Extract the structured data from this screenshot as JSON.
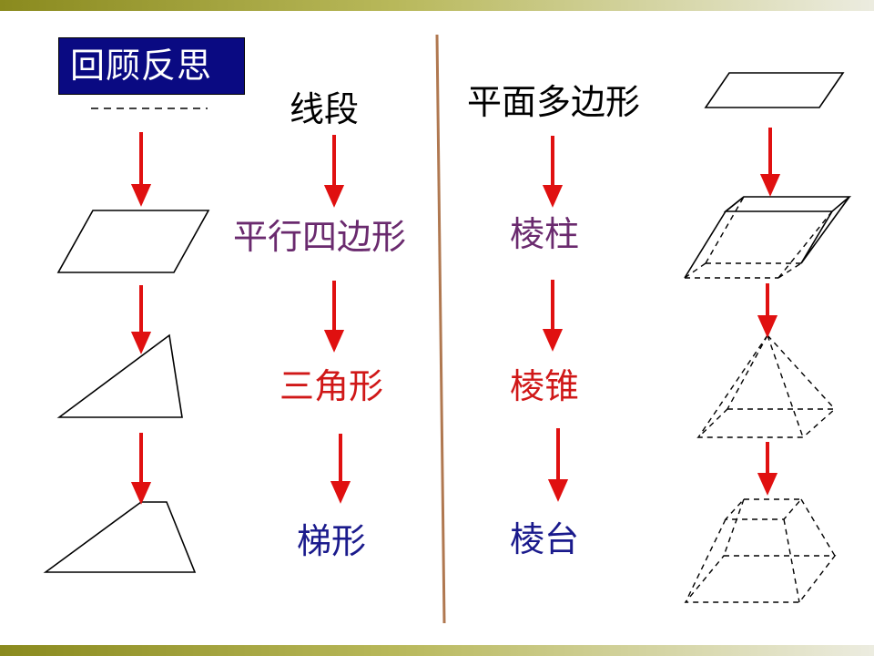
{
  "title": "回顾反思",
  "plane_items": [
    {
      "text": "线段",
      "color": "#000000"
    },
    {
      "text": "平行四边形",
      "color": "#6a2a6e"
    },
    {
      "text": "三角形",
      "color": "#d01818"
    },
    {
      "text": "梯形",
      "color": "#1a1a8c"
    }
  ],
  "solid_items": [
    {
      "text": "平面多边形",
      "color": "#000000"
    },
    {
      "text": "棱柱",
      "color": "#6a2a6e"
    },
    {
      "text": "棱锥",
      "color": "#d01818"
    },
    {
      "text": "棱台",
      "color": "#1a1a8c"
    }
  ],
  "colors": {
    "arrow": "#e01010",
    "divider": "#b07850",
    "title_bg": "#0a0a82",
    "title_text": "#ffffff"
  }
}
